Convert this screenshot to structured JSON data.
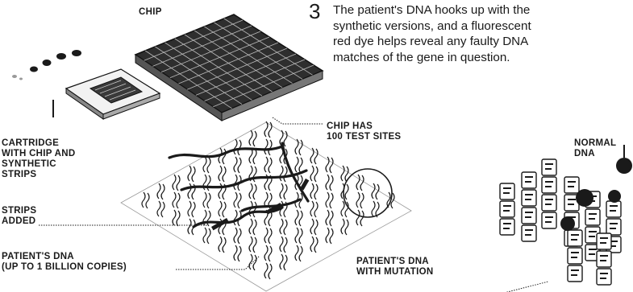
{
  "labels": {
    "chip": "CHIP",
    "chip_sites": [
      "CHIP HAS",
      "100 TEST SITES"
    ],
    "cartridge": [
      "CARTRIDGE",
      "WITH CHIP AND",
      "SYNTHETIC",
      "STRIPS"
    ],
    "strips": [
      "STRIPS",
      "ADDED"
    ],
    "patient_dna": [
      "PATIENT'S DNA",
      "(UP TO 1 BILLION COPIES)"
    ],
    "patient_mutation": [
      "PATIENT'S DNA",
      "WITH MUTATION"
    ],
    "normal_dna": [
      "NORMAL",
      "DNA"
    ]
  },
  "step": {
    "number": "3",
    "lines": [
      "The patient's DNA hooks up with the",
      "synthetic versions, and a fluorescent",
      "red dye helps reveal any faulty DNA",
      "matches of the gene in question."
    ]
  },
  "colors": {
    "ink": "#1a1a1a",
    "paper": "#ffffff",
    "shade": "#6e6e6e",
    "dark": "#2b2b2b"
  }
}
